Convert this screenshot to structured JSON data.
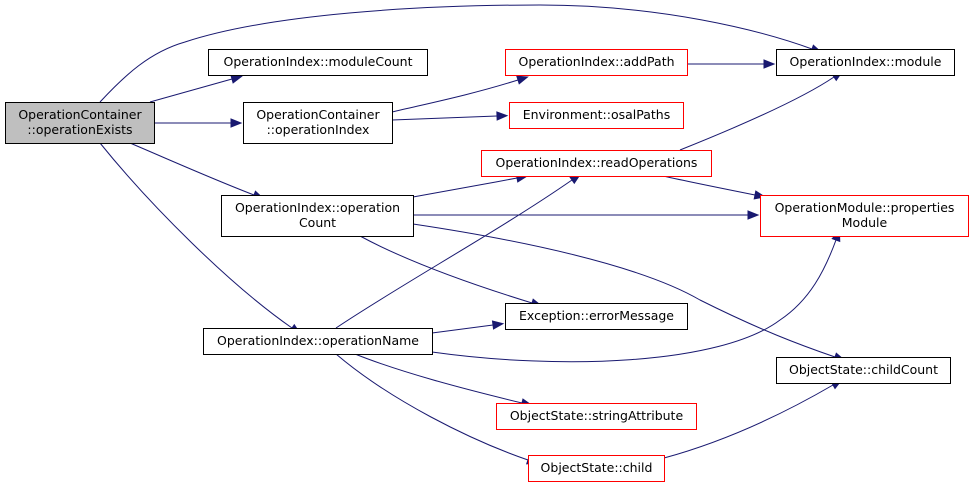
{
  "colors": {
    "edge": "#191970",
    "root_fill": "#bfbfbf",
    "root_border": "#000000",
    "normal_border": "#000000",
    "external_border": "#ff0000",
    "node_fill": "#ffffff"
  },
  "nodes": [
    {
      "id": "root",
      "lines": [
        "OperationContainer",
        "::operationExists"
      ],
      "kind": "root"
    },
    {
      "id": "moduleCount",
      "lines": [
        "OperationIndex::moduleCount"
      ],
      "kind": "normal"
    },
    {
      "id": "opIndex",
      "lines": [
        "OperationContainer",
        "::operationIndex"
      ],
      "kind": "normal"
    },
    {
      "id": "opCount",
      "lines": [
        "OperationIndex::operation",
        "Count"
      ],
      "kind": "normal"
    },
    {
      "id": "opName",
      "lines": [
        "OperationIndex::operationName"
      ],
      "kind": "normal"
    },
    {
      "id": "addPath",
      "lines": [
        "OperationIndex::addPath"
      ],
      "kind": "external"
    },
    {
      "id": "osalPaths",
      "lines": [
        "Environment::osalPaths"
      ],
      "kind": "external"
    },
    {
      "id": "readOps",
      "lines": [
        "OperationIndex::readOperations"
      ],
      "kind": "external"
    },
    {
      "id": "errMsg",
      "lines": [
        "Exception::errorMessage"
      ],
      "kind": "normal"
    },
    {
      "id": "strAttr",
      "lines": [
        "ObjectState::stringAttribute"
      ],
      "kind": "external"
    },
    {
      "id": "child",
      "lines": [
        "ObjectState::child"
      ],
      "kind": "external"
    },
    {
      "id": "module",
      "lines": [
        "OperationIndex::module"
      ],
      "kind": "normal"
    },
    {
      "id": "propsModule",
      "lines": [
        "OperationModule::properties",
        "Module"
      ],
      "kind": "external"
    },
    {
      "id": "childCount",
      "lines": [
        "ObjectState::childCount"
      ],
      "kind": "normal"
    }
  ],
  "edges": [
    {
      "from": "root",
      "to": "module"
    },
    {
      "from": "root",
      "to": "moduleCount"
    },
    {
      "from": "root",
      "to": "opIndex"
    },
    {
      "from": "root",
      "to": "opCount"
    },
    {
      "from": "root",
      "to": "opName"
    },
    {
      "from": "opIndex",
      "to": "addPath"
    },
    {
      "from": "opIndex",
      "to": "osalPaths"
    },
    {
      "from": "addPath",
      "to": "module"
    },
    {
      "from": "opCount",
      "to": "readOps"
    },
    {
      "from": "opCount",
      "to": "propsModule"
    },
    {
      "from": "opCount",
      "to": "errMsg"
    },
    {
      "from": "opCount",
      "to": "childCount"
    },
    {
      "from": "opName",
      "to": "readOps"
    },
    {
      "from": "opName",
      "to": "errMsg"
    },
    {
      "from": "opName",
      "to": "propsModule"
    },
    {
      "from": "opName",
      "to": "strAttr"
    },
    {
      "from": "opName",
      "to": "child"
    },
    {
      "from": "readOps",
      "to": "module"
    },
    {
      "from": "readOps",
      "to": "propsModule"
    },
    {
      "from": "child",
      "to": "childCount"
    }
  ]
}
